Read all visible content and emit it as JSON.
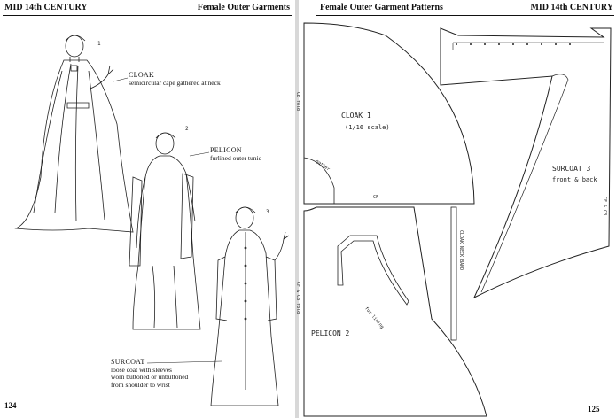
{
  "left_page": {
    "header_left": "MID 14th CENTURY",
    "header_right": "Female Outer Garments",
    "page_number": "124",
    "figures": [
      {
        "num": "1",
        "title": "CLOAK",
        "lines": [
          "semicircular cape gathered at neck"
        ]
      },
      {
        "num": "2",
        "title": "PELICON",
        "lines": [
          "furlined outer tunic"
        ]
      },
      {
        "num": "3",
        "title": "SURCOAT",
        "lines": [
          "loose coat with sleeves",
          "worn buttoned or unbuttoned",
          "from shoulder to wrist"
        ]
      }
    ]
  },
  "right_page": {
    "header_left": "Female Outer Garment Patterns",
    "header_right": "MID 14th CENTURY",
    "page_number": "125",
    "patterns": {
      "cloak_title": "CLOAK 1",
      "cloak_scale": "(1/16 scale)",
      "cloak_cb_fold": "CB fold",
      "cloak_gather": "gather",
      "cloak_cf": "CF",
      "pelicon_title": "PELIÇON 2",
      "pelicon_cf_cb_fold": "CF & CB fold",
      "pelicon_fur": "fur lining",
      "neck_band": "CLOAK NECK BAND",
      "surcoat_title": "SURCOAT 3",
      "surcoat_sub": "front & back",
      "surcoat_cf_cb": "CF & CB"
    }
  }
}
